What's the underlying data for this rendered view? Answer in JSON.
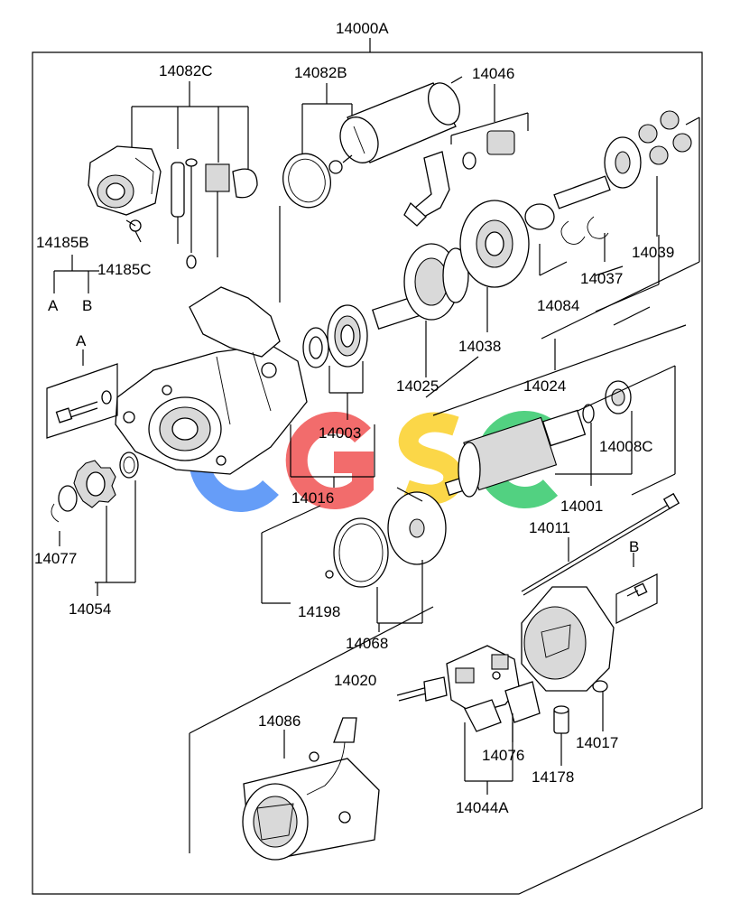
{
  "labels": {
    "assembly": "14000A",
    "p14082C": "14082C",
    "p14082B": "14082B",
    "p14046": "14046",
    "p14185B": "14185B",
    "p14185C": "14185C",
    "refA1": "A",
    "refB1": "B",
    "refA2": "A",
    "p14039": "14039",
    "p14037": "14037",
    "p14084": "14084",
    "p14038": "14038",
    "p14025": "14025",
    "p14024": "14024",
    "p14003": "14003",
    "p14008C": "14008C",
    "p14016": "14016",
    "p14001": "14001",
    "p14011": "14011",
    "p14077": "14077",
    "p14054": "14054",
    "p14198": "14198",
    "refB2": "B",
    "p14068": "14068",
    "p14020": "14020",
    "p14086": "14086",
    "p14017": "14017",
    "p14076": "14076",
    "p14178": "14178",
    "p14044A": "14044A"
  },
  "watermark": {
    "letters": [
      "C",
      "G",
      "S",
      "C"
    ],
    "colors": [
      "#3b82f6",
      "#ef4444",
      "#facc15",
      "#22c55e"
    ]
  }
}
